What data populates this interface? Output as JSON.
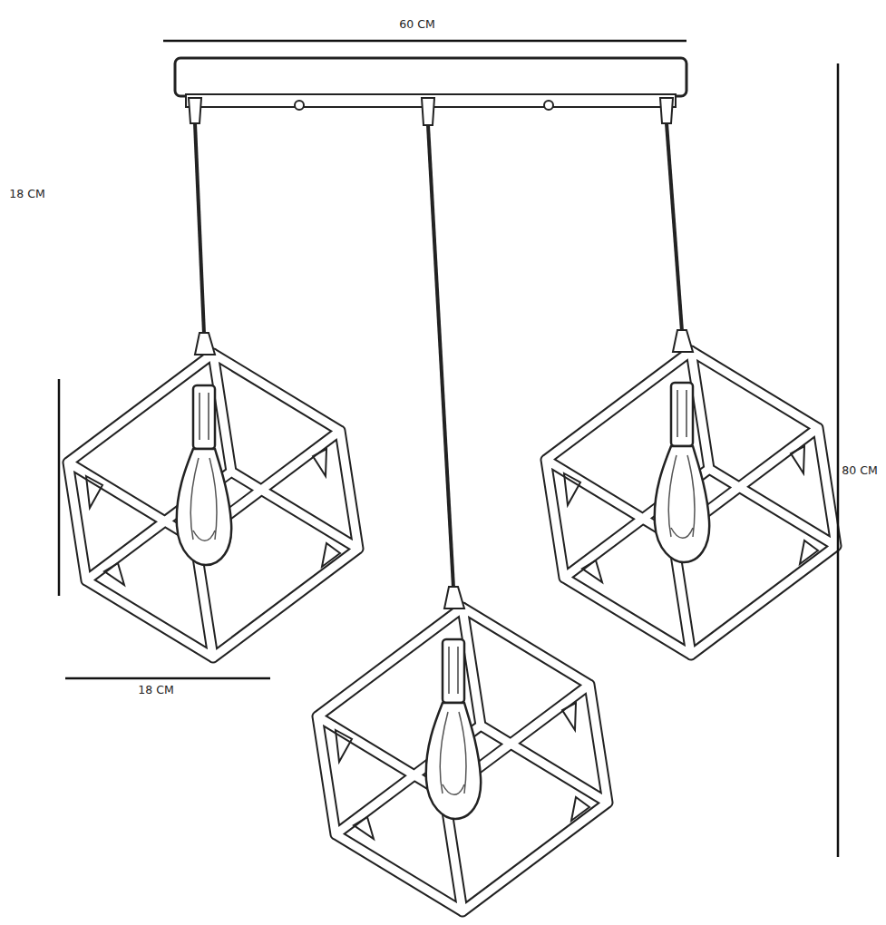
{
  "diagram": {
    "labels": [
      "60 CM",
      "18 CM",
      "80 CM",
      "18 CM"
    ]
  }
}
